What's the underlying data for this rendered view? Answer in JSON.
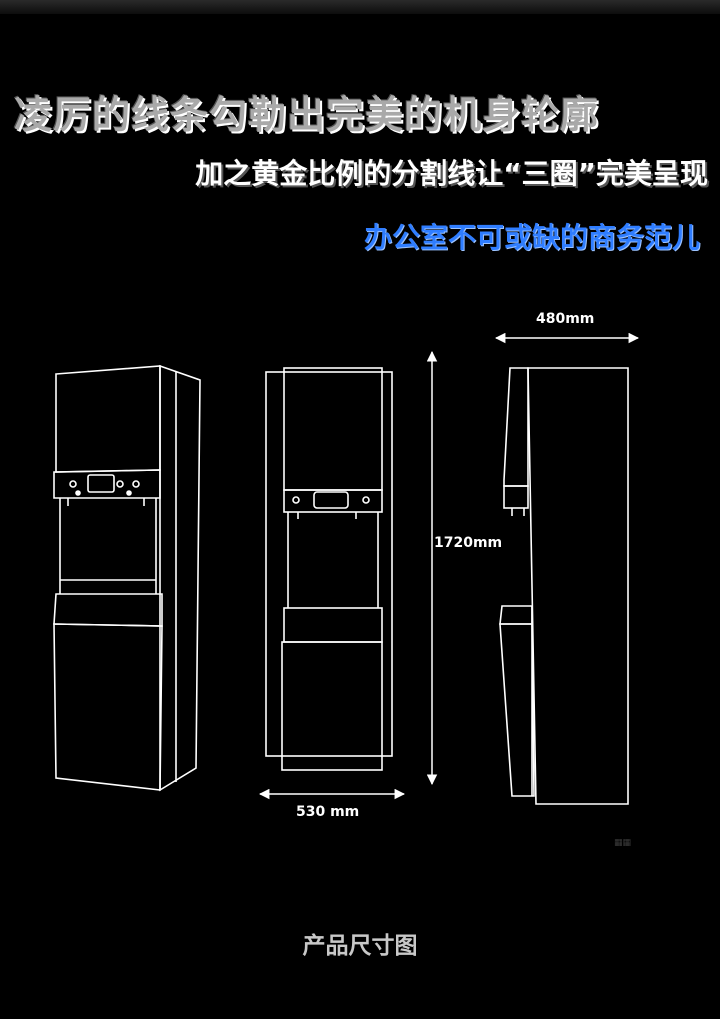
{
  "headlines": {
    "line1": "凌厉的线条勾勒出完美的机身轮廓",
    "line2": "加之黄金比例的分割线让“三圈”完美呈现",
    "line3": "办公室不可或缺的商务范儿"
  },
  "dimensions": {
    "width": "480mm",
    "height": "1720mm",
    "depth": "530 mm"
  },
  "caption": "产品尺寸图",
  "colors": {
    "background": "#000000",
    "outline": "#ffffff",
    "accent_blue": "#2f7dff"
  }
}
